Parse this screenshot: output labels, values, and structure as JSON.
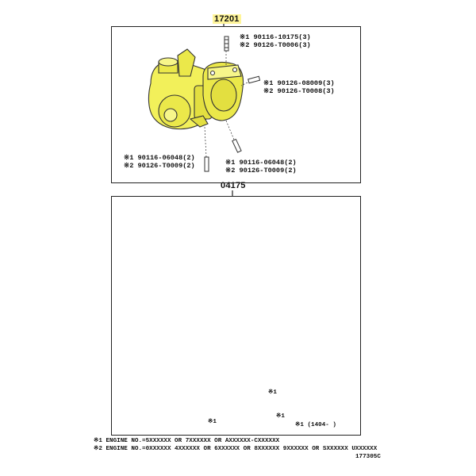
{
  "assembly_top": {
    "ref": "17201",
    "labels": [
      {
        "line1": "※1 90116-10175(3)",
        "line2": "※2 90126-T0006(3)"
      },
      {
        "line1": "※1 90126-08009(3)",
        "line2": "※2 90126-T0008(3)"
      },
      {
        "line1": "※1 90116-06048(2)",
        "line2": "※2 90126-T0009(2)"
      },
      {
        "line1": "※1 90116-06048(2)",
        "line2": "※2 90126-T0009(2)"
      }
    ],
    "highlight_color": "#f2f05a"
  },
  "assembly_bottom": {
    "ref": "04175",
    "marks": [
      "※1",
      "※1",
      "※1"
    ],
    "range_note": "※1 (1404-      )"
  },
  "footnotes": [
    "※1 ENGINE NO.=5XXXXXX OR 7XXXXXX OR AXXXXXX-CXXXXXX",
    "※2 ENGINE NO.=0XXXXXX 4XXXXXX OR 6XXXXXX OR 8XXXXXX 9XXXXXX OR SXXXXXX UXXXXXX"
  ],
  "figure_id": "177305C"
}
